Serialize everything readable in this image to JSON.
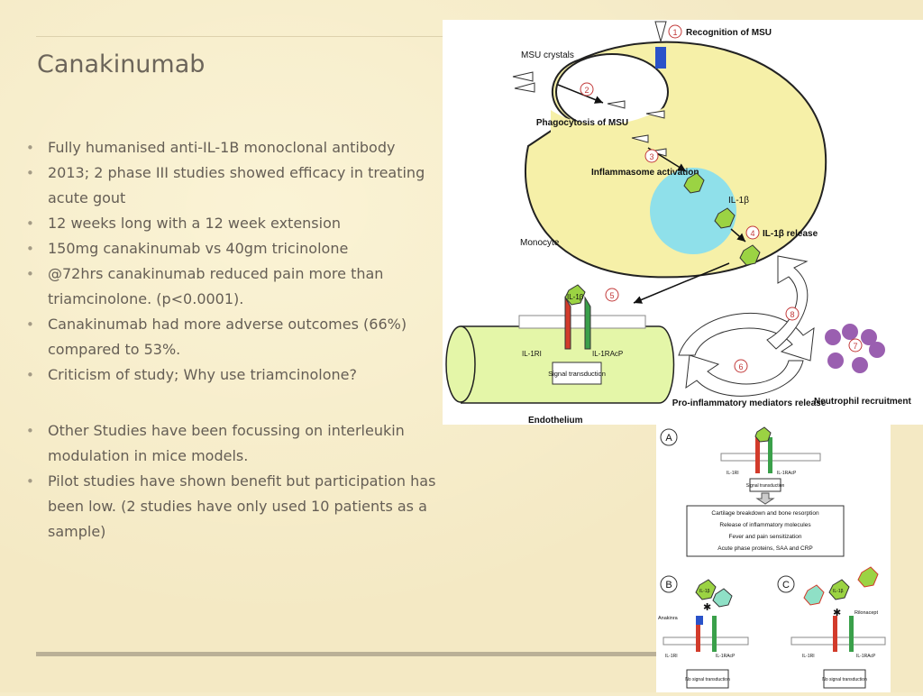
{
  "slide": {
    "title": "Canakinumab",
    "bullets_group1": [
      "Fully humanised anti-IL-1B monoclonal antibody",
      "2013; 2 phase III studies showed efficacy in treating acute gout",
      "12 weeks long with a 12 week extension",
      "150mg canakinumab vs 40gm tricinolone",
      "@72hrs canakinumab reduced pain more than triamcinolone. (p<0.0001).",
      "Canakinumab had more adverse outcomes (66%) compared to 53%.",
      "Criticism of study; Why use triamcinolone?"
    ],
    "bullets_group2": [
      "Other Studies have been focussing on interleukin modulation in mice models.",
      "Pilot studies have shown benefit but participation has been low. (2 studies have only used 10 patients as a sample)"
    ]
  },
  "figure_main": {
    "step1": "Recognition of MSU",
    "msu_crystals": "MSU crystals",
    "step2": "Phagocytosis of MSU",
    "step3": "Inflammasome activation",
    "il1b": "IL-1β",
    "step4": "IL-1β release",
    "monocyte": "Monocyte",
    "il1b_receptor_ligand": "IL-1β",
    "il1ri": "IL-1RI",
    "il1racp": "IL-1RAcP",
    "signal": "Signal transduction",
    "endothelium": "Endothelium",
    "pro_inflammatory": "Pro-inflammatory mediators release",
    "neutrophil": "Neutrophil recruitment",
    "nums": [
      "1",
      "2",
      "3",
      "4",
      "5",
      "6",
      "7",
      "8"
    ]
  },
  "figure_panels": {
    "panel_a": "A",
    "panel_b": "B",
    "panel_c": "C",
    "outcomes": [
      "Cartilage breakdown and bone resorption",
      "Release of inflammatory molecules",
      "Fever and pain sensitization",
      "Acute phase proteins, SAA and CRP"
    ],
    "il1ri": "IL-1RI",
    "il1racp": "IL-1RAcP",
    "signal": "Signal transduction",
    "no_signal": "No signal transduction",
    "anakinra": "Anakinra",
    "rilonacept": "Rilonacept",
    "ligand": "IL-1β"
  },
  "colors": {
    "background": "#f4e9c4",
    "cell": "#f6f0a8",
    "nucleus": "#8fe0ea",
    "receptor_red": "#d23b2b",
    "receptor_green": "#3aa04a",
    "ligand_green": "#9bd343",
    "endothelium": "#e4f6a8",
    "neutrophil": "#9a5fb0",
    "marker": "#c23a3a",
    "msu_blue": "#2a52c9"
  }
}
